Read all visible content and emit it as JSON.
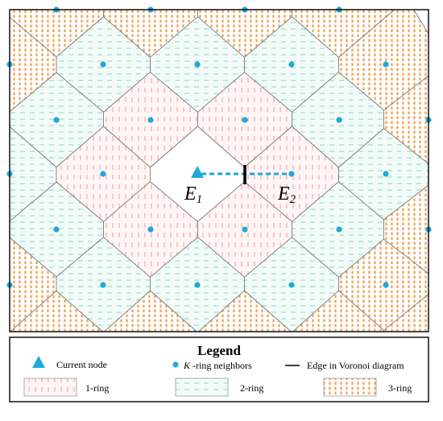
{
  "diagram": {
    "colors": {
      "ring1_hatch": "#f29a9a",
      "ring1_fill": "#fff5f5",
      "ring2_hatch": "#8fd6bf",
      "ring2_fill": "#f2fbf8",
      "ring3_hatch": "#f0a050",
      "ring3_fill": "#ffffff",
      "node": "#1ea8dc",
      "edge": "#7f7f7f",
      "highlight_edge": "#000000",
      "frame": "#000000"
    },
    "labels": {
      "current": "E",
      "current_sub": "1",
      "neighbor": "E",
      "neighbor_sub": "2"
    }
  },
  "legend": {
    "title": "Legend",
    "current_node": "Current node",
    "k_prefix": "K",
    "k_suffix": " -ring neighbors",
    "voronoi_edge": "Edge in Voronoi diagram",
    "ring1": "1-ring",
    "ring2": "2-ring",
    "ring3": "3-ring"
  }
}
